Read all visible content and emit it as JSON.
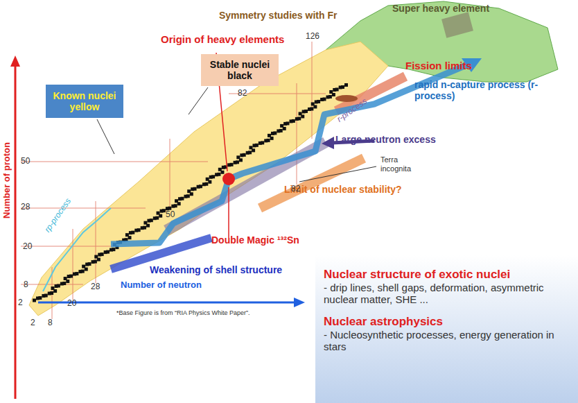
{
  "diagram": {
    "nodes": [
      {
        "text": [
          "Stable nuclei black"
        ]
      },
      {
        "text": [
          "Known nuclei yellow"
        ]
      },
      {
        "text": [
          "Nuclear structure of exotic nuclei",
          "- drip lines, shell gaps, deformation, asymmetric nuclear matter, SHE ...",
          "Nuclear astrophysics",
          "- Nucleosynthetic processes, energy generation in stars"
        ]
      }
    ],
    "labels": [
      "Symmetry studies with Fr",
      "Super heavy element",
      "Origin of heavy elements",
      "126",
      "Fission limits",
      "82",
      "rapid n-capture process (r-process)",
      "r-process",
      "Large neutron excess",
      "50",
      "Terra incognita",
      "Limit of nuclear stability?",
      "rp-process",
      "28",
      "Double Magic ¹³²Sn",
      "82",
      "20",
      "50",
      "Number of proton",
      "8",
      "28",
      "Weakening of shell structure",
      "20",
      "2",
      "8",
      "2",
      "Number of neutron",
      "*Base Figure is from “RIA Physics White Paper”."
    ]
  }
}
